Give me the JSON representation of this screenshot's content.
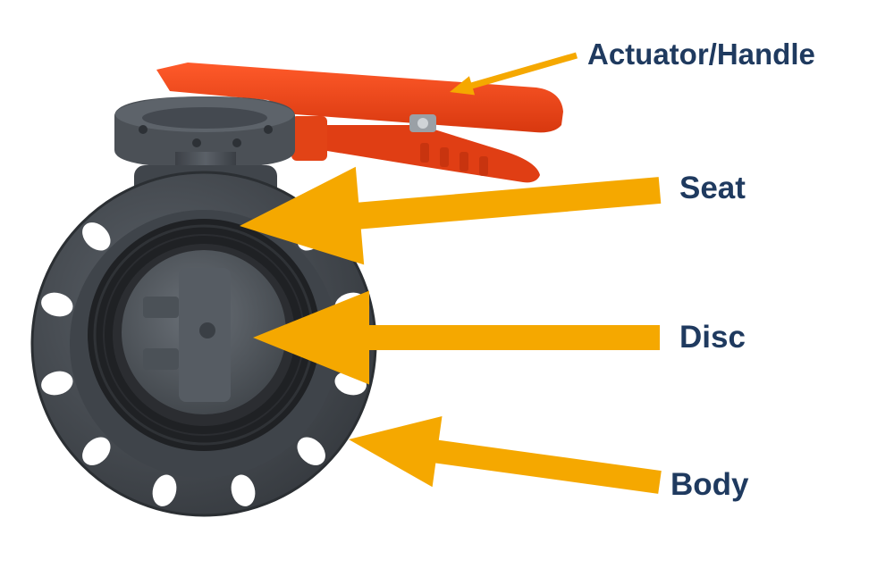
{
  "labels": {
    "actuator": "Actuator/Handle",
    "seat": "Seat",
    "disc": "Disc",
    "body": "Body"
  },
  "colors": {
    "label_text": "#1f3a5f",
    "arrow": "#f5a800",
    "handle": "#f0431c",
    "handle_dark": "#c8300f",
    "valve_body": "#4a4f55",
    "valve_body_dark": "#30343a",
    "seat_rubber": "#222427",
    "background": "#ffffff"
  },
  "icons": {
    "valve": "butterfly-valve-illustration",
    "pointer": "arrow-icon"
  }
}
